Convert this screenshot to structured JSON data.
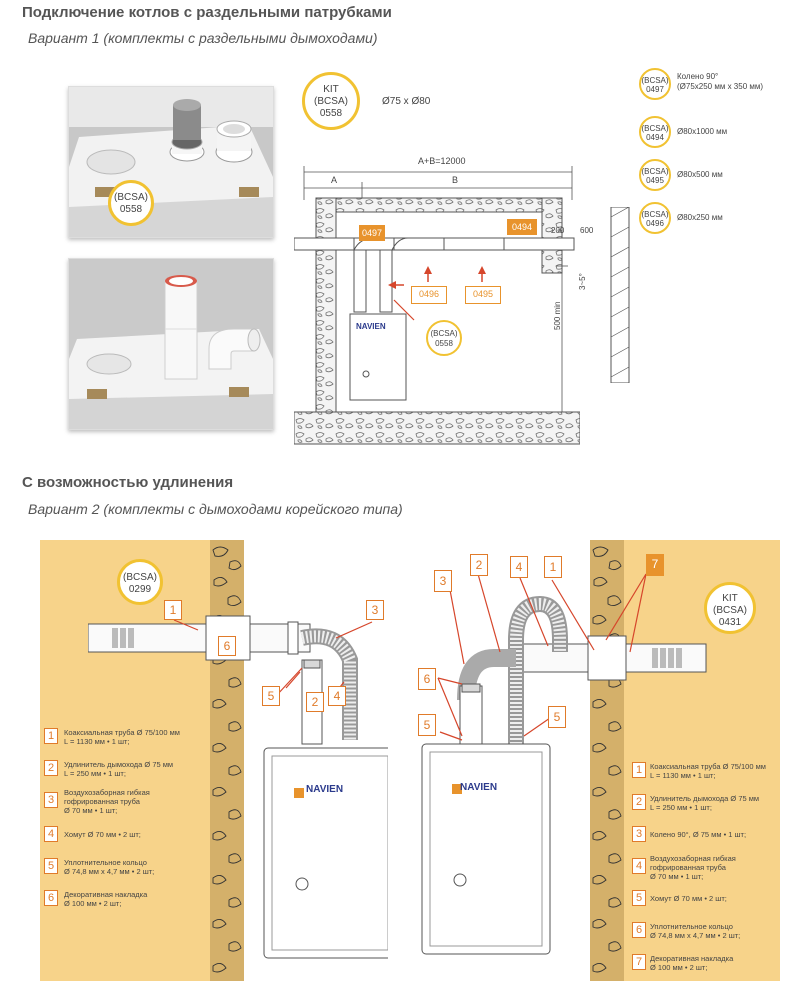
{
  "section1": {
    "title": "Подключение котлов с раздельными патрубками",
    "subtitle": "Вариант 1 (комплекты с раздельными дымоходами)"
  },
  "section2": {
    "title": "С возможностью удлинения",
    "subtitle": "Вариант 2 (комплекты с дымоходами корейского типа)"
  },
  "kit1": {
    "line1": "KIT",
    "line2": "(BCSA)",
    "line3": "0558",
    "dims": "Ø75 x Ø80"
  },
  "photo_label": {
    "line1": "(BCSA)",
    "line2": "0558"
  },
  "parts_list": [
    {
      "code1": "(BCSA)",
      "code2": "0497",
      "desc1": "Колено 90°",
      "desc2": "(Ø75x250 мм x 350 мм)"
    },
    {
      "code1": "(BCSA)",
      "code2": "0494",
      "desc1": "Ø80x1000 мм",
      "desc2": ""
    },
    {
      "code1": "(BCSA)",
      "code2": "0495",
      "desc1": "Ø80x500 мм",
      "desc2": ""
    },
    {
      "code1": "(BCSA)",
      "code2": "0496",
      "desc1": "Ø80x250 мм",
      "desc2": ""
    }
  ],
  "diagram1": {
    "ab_label": "A+B=12000",
    "a_label": "A",
    "b_label": "B",
    "tag_0497": "0497",
    "tag_0494": "0494",
    "tag_0496": "0496",
    "tag_0495": "0495",
    "dim_200": "200",
    "dim_600": "600",
    "dim_slope": "3~5°",
    "dim_500": "500 min",
    "boiler_brand": "NAVIEN",
    "boiler_code1": "(BCSA)",
    "boiler_code2": "0558"
  },
  "diagram2_left": {
    "kit_line1": "(BCSA)",
    "kit_line2": "0299",
    "brand": "NAVIEN",
    "callouts": [
      "1",
      "6",
      "3",
      "2",
      "4",
      "5"
    ],
    "legend": [
      {
        "num": "1",
        "text1": "Коаксиальная труба Ø 75/100 мм",
        "text2": "L = 1130 мм • 1 шт;"
      },
      {
        "num": "2",
        "text1": "Удлинитель дымохода Ø 75 мм",
        "text2": "L = 250 мм • 1 шт;"
      },
      {
        "num": "3",
        "text1": "Воздухозаборная гибкая",
        "text2": "гофрированная труба",
        "text3": "Ø 70 мм • 1 шт;"
      },
      {
        "num": "4",
        "text1": "Хомут Ø 70 мм • 2 шт;",
        "text2": ""
      },
      {
        "num": "5",
        "text1": "Уплотнительное кольцо",
        "text2": "Ø 74,8 мм x 4,7 мм • 2 шт;"
      },
      {
        "num": "6",
        "text1": "Декоративная накладка",
        "text2": "Ø 100 мм • 2 шт;"
      }
    ]
  },
  "diagram2_right": {
    "kit_line1": "KIT",
    "kit_line2": "(BCSA)",
    "kit_line3": "0431",
    "brand": "NAVIEN",
    "callouts": [
      "3",
      "2",
      "4",
      "1",
      "7",
      "6",
      "5",
      "5"
    ],
    "legend": [
      {
        "num": "1",
        "text1": "Коаксиальная труба Ø 75/100 мм",
        "text2": "L = 1130 мм • 1 шт;"
      },
      {
        "num": "2",
        "text1": "Удлинитель дымохода Ø 75 мм",
        "text2": "L = 250 мм • 1 шт;"
      },
      {
        "num": "3",
        "text1": "Колено 90°, Ø 75 мм • 1 шт;",
        "text2": ""
      },
      {
        "num": "4",
        "text1": "Воздухозаборная гибкая",
        "text2": "гофрированная труба",
        "text3": "Ø 70 мм • 1 шт;"
      },
      {
        "num": "5",
        "text1": "Хомут Ø 70 мм • 2 шт;",
        "text2": ""
      },
      {
        "num": "6",
        "text1": "Уплотнительное кольцо",
        "text2": "Ø 74,8 мм x 4,7 мм • 2 шт;"
      },
      {
        "num": "7",
        "text1": "Декоративная накладка",
        "text2": "Ø 100 мм • 2 шт;"
      }
    ]
  },
  "colors": {
    "accent_orange": "#e8932c",
    "wall_tan": "#f7d38a",
    "kit_ring_yellow": "#f1c232"
  }
}
